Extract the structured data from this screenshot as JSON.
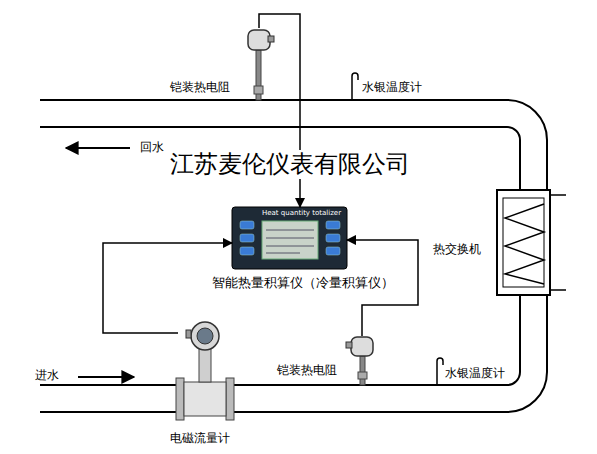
{
  "diagram": {
    "nodes": [
      {
        "text": [
          "铠装热电阻"
        ]
      },
      {
        "text": [
          "智能热量积算仪（冷量积算仪）"
        ]
      },
      {
        "text": [
          "热交换机"
        ]
      },
      {
        "text": [
          "铠装热电阻"
        ]
      },
      {
        "text": [
          "电磁流量计"
        ]
      }
    ],
    "edges": [
      {
        "from": 0,
        "to": 1,
        "arrow": "to"
      },
      {
        "from": 4,
        "to": 1,
        "arrow": "to"
      },
      {
        "from": 3,
        "to": 1,
        "arrow": "to"
      }
    ],
    "labels": [
      "水银温度计",
      "回水",
      "江苏麦伦仪表有限公司",
      "Heat quantity totalizer",
      "水银温度计",
      "进水"
    ]
  }
}
